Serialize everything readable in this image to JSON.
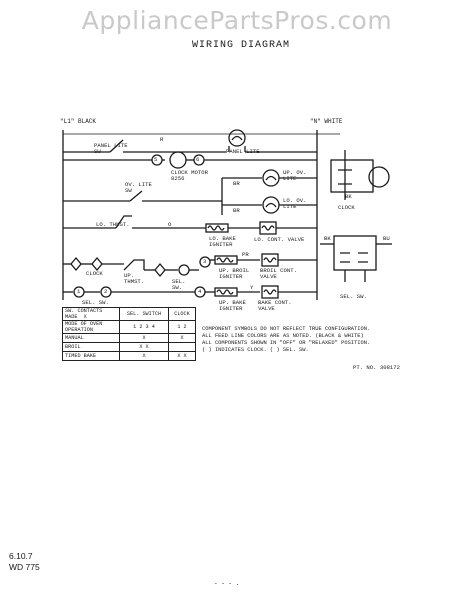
{
  "watermark": "AppliancePartsPros.com",
  "title": "WIRING DIAGRAM",
  "labels": {
    "l1": "\"L1\" BLACK",
    "n": "\"N\" WHITE",
    "r": "R",
    "panel_lite_sw": "PANEL LITE\nSW",
    "panel_lite": "PANEL LITE",
    "clock_motor": "CLOCK MOTOR\n8256",
    "ov_lite_sw": "OV. LITE\nSW",
    "up_ov_lite": "UP. OV.\nLITE",
    "lo_ov_lite": "LO. OV.\nLITE",
    "br1": "BR",
    "br2": "BR",
    "lo_thmst": "LO. THMST.",
    "o1": "O",
    "lo_bake_igniter": "LO. BAKE\nIGNITER",
    "lo_cont_valve": "LO. CONT. VALVE",
    "clock": "CLOCK",
    "up_thmst": "UP.\nTHMST.",
    "sel_sw_left": "SEL. SW.",
    "sel_sw_mid": "SEL.\nSW.",
    "pr": "PR",
    "up_broil_igniter": "UP. BROIL\nIGNITER",
    "broil_cont_valve": "BROIL CONT.\nVALVE",
    "up_bake_igniter": "UP. BAKE\nIGNITER",
    "bake_cont_valve": "BAKE CONT.\nVALVE",
    "y": "Y",
    "clock_right": "CLOCK",
    "bk": "BK",
    "bu": "BU",
    "sel_sw_right": "SEL. SW.",
    "num1": "1",
    "num2": "2",
    "num3": "3",
    "num4": "4",
    "num5": "5",
    "num6": "6"
  },
  "switch_table": {
    "rows": [
      [
        "SW. CONTACTS\nMADE  X",
        "SEL. SWITCH",
        "CLOCK"
      ],
      [
        "MODE OF OVEN\nOPERATION",
        "1  2  3  4",
        "1  2"
      ],
      [
        "MANUAL",
        "X",
        "X"
      ],
      [
        "BROIL",
        "X  X",
        ""
      ],
      [
        "TIMED BAKE",
        "X",
        "X X"
      ]
    ]
  },
  "notes": [
    "COMPONENT SYMBOLS DO NOT REFLECT TRUE CONFIGURATION.",
    "ALL FEED LINE COLORS ARE AS NOTED.  (BLACK & WHITE)",
    "ALL COMPONENTS SHOWN IN \"OFF\" OR \"RELAXED\" POSITION.",
    "( ) INDICATES CLOCK. ( ) SEL. SW."
  ],
  "part_no": "PT. NO.  308172",
  "footer": {
    "line1": "6.10.7",
    "line2": "WD 775"
  },
  "bottom_mark": "- - - ."
}
